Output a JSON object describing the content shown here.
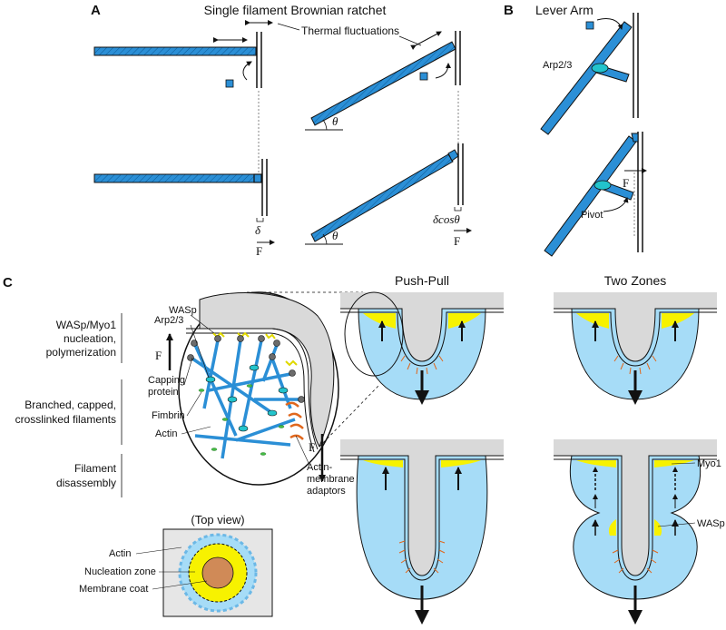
{
  "panels": {
    "a": {
      "letter": "A",
      "title": "Single filament Brownian ratchet",
      "thermal": "Thermal fluctuations",
      "theta": "θ",
      "delta": "δ",
      "delta_cos": "δcosθ",
      "force": "F"
    },
    "b": {
      "letter": "B",
      "title": "Lever Arm",
      "arp": "Arp2/3",
      "pivot": "Pivot",
      "force": "F"
    },
    "c": {
      "letter": "C",
      "stages": {
        "nucleation": [
          "WASp/Myo1",
          "nucleation,",
          "polymerization"
        ],
        "branched": [
          "Branched, capped,",
          "crosslinked filaments"
        ],
        "disassembly": [
          "Filament",
          "disassembly"
        ]
      },
      "force": "F",
      "inset": {
        "wasp": "WASp",
        "arp": "Arp2/3",
        "capping": [
          "Capping",
          "protein"
        ],
        "fimbrin": "Fimbrin",
        "actin": "Actin",
        "adaptors": [
          "Actin-",
          "membrane",
          "adaptors"
        ]
      },
      "top_view": {
        "title": "(Top view)",
        "actin": "Actin",
        "nucleation_zone": "Nucleation zone",
        "membrane_coat": "Membrane coat"
      },
      "models": {
        "push_pull": "Push-Pull",
        "two_zones": "Two Zones",
        "myo1": "Myo1",
        "wasp": "WASp"
      }
    }
  },
  "colors": {
    "filament": "#2b8fd6",
    "cytoplasm": "#a6dcf7",
    "membrane_gap": "#d9d9d9",
    "yellow": "#f7f200",
    "adaptor": "#e0671d",
    "arp": "#22c4cc"
  }
}
